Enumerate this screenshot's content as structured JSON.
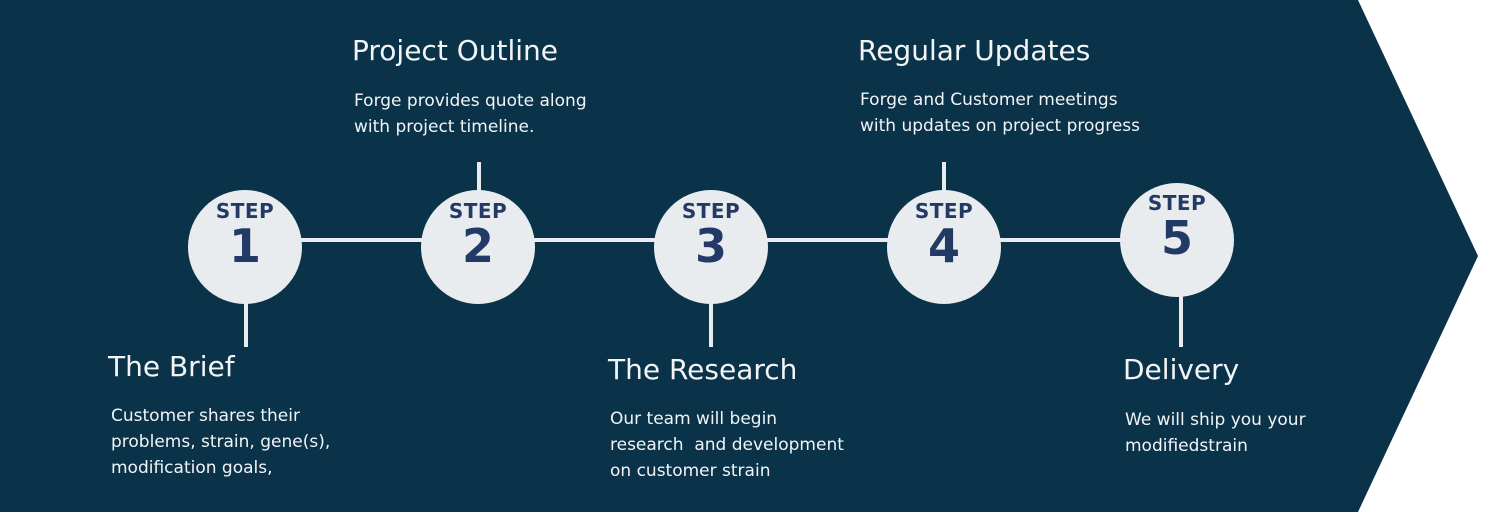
{
  "colors": {
    "background": "#0a3349",
    "circle": "#e8ecee",
    "connector": "#e8ecee",
    "step_text": "#233a66",
    "label_text": "#f2f4f6"
  },
  "steps": [
    {
      "word": "STEP",
      "number": "1",
      "title": "The Brief",
      "description": [
        "Customer shares their",
        "problems, strain, gene(s),",
        "modification goals,"
      ]
    },
    {
      "word": "STEP",
      "number": "2",
      "title": "Project Outline",
      "description": [
        "Forge provides quote along",
        "with project timeline."
      ]
    },
    {
      "word": "STEP",
      "number": "3",
      "title": "The Research",
      "description": [
        "Our team will begin",
        "research  and development",
        "on customer strain"
      ]
    },
    {
      "word": "STEP",
      "number": "4",
      "title": "Regular Updates",
      "description": [
        "Forge and Customer meetings",
        "with updates on project progress"
      ]
    },
    {
      "word": "STEP",
      "number": "5",
      "title": "Delivery",
      "description": [
        "We will ship you your",
        "modifiedstrain"
      ]
    }
  ]
}
